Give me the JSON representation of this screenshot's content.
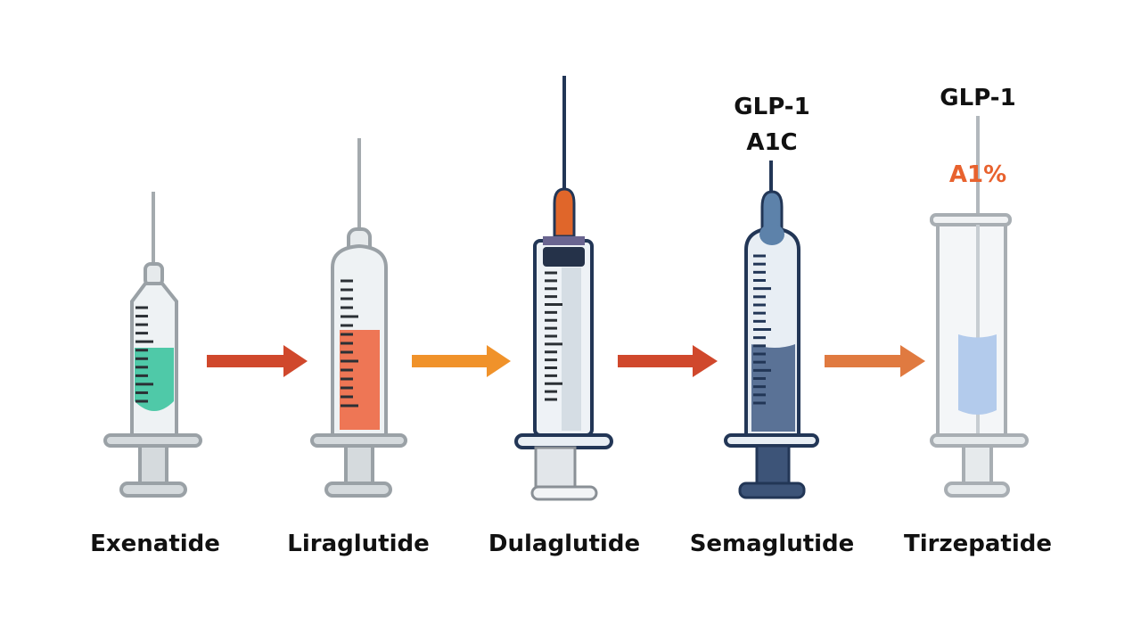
{
  "drugs": [
    {
      "name": "Exenatide",
      "fill_color": "#4fc9a8",
      "outline_color": "#9aa1a6"
    },
    {
      "name": "Liraglutide",
      "fill_color": "#ee7655",
      "outline_color": "#9aa1a6"
    },
    {
      "name": "Dulaglutide",
      "fill_color": "#e8f0f6",
      "outline_color": "#223656",
      "hub_color": "#e0662a"
    },
    {
      "name": "Semaglutide",
      "fill_color": "#5a7296",
      "outline_color": "#223656",
      "hub_color": "#5d82aa"
    },
    {
      "name": "Tirzepatide",
      "fill_color": "#b3cbec",
      "outline_color": "#a8aeb3"
    }
  ],
  "annotations": {
    "semaglutide_line1": "GLP-1",
    "semaglutide_line2": "A1C",
    "tirzepatide_line1": "GLP-1",
    "tirzepatide_line2": "A1%"
  },
  "arrows": [
    {
      "color": "#d0482c"
    },
    {
      "color": "#f0922a"
    },
    {
      "color": "#d0482c"
    },
    {
      "color": "#e07a40"
    }
  ],
  "colors": {
    "annotation_accent": "#e8622e"
  }
}
